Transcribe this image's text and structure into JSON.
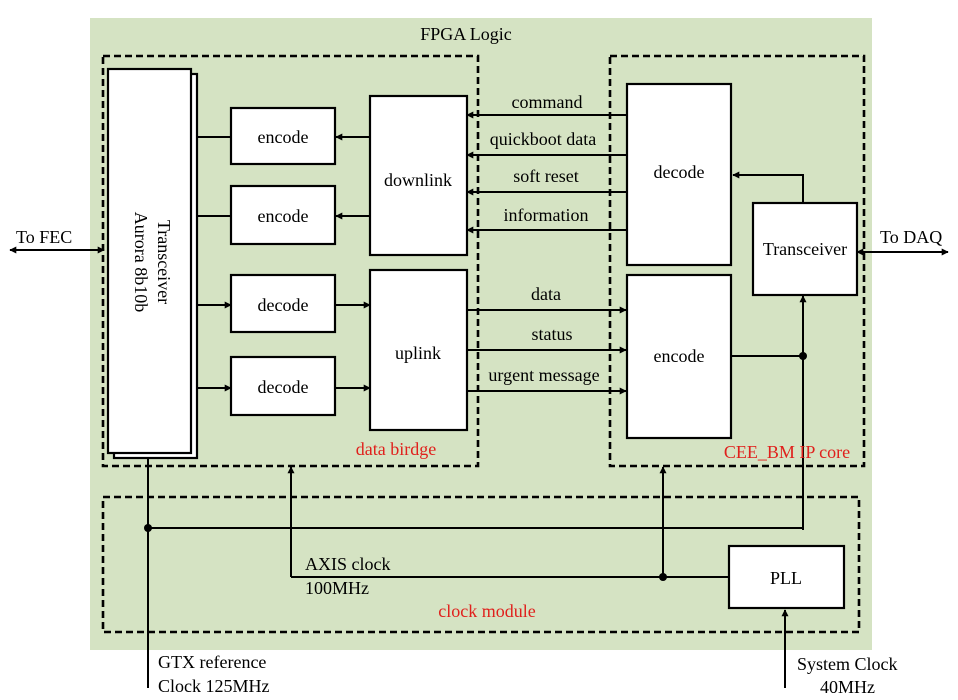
{
  "fpga_title": "FPGA Logic",
  "colors": {
    "fpga_bg": "#d5e3c3",
    "section_label": "#e0201c"
  },
  "transceiver_left": {
    "line1": "Transceiver",
    "line2": "Aurora 8b10b"
  },
  "encode_top": "encode",
  "encode_mid": "encode",
  "decode_1": "decode",
  "decode_2": "decode",
  "downlink": "downlink",
  "uplink": "uplink",
  "data_bridge_label": "data birdge",
  "ip_core_label": "CEE_BM IP core",
  "clock_module_label": "clock module",
  "signals_down": [
    "command",
    "quickboot data",
    "soft reset",
    "information"
  ],
  "signals_up": [
    "data",
    "status",
    "urgent message"
  ],
  "ip_decode": "decode",
  "ip_encode": "encode",
  "transceiver_right": "Transceiver",
  "pll": "PLL",
  "to_fec": "To FEC",
  "to_daq": "To DAQ",
  "axis_clock": {
    "line1": "AXIS clock",
    "line2": "100MHz"
  },
  "gtx_ref": {
    "line1": "GTX reference",
    "line2": "Clock 125MHz"
  },
  "sys_clock": {
    "line1": "System Clock",
    "line2": "40MHz"
  }
}
